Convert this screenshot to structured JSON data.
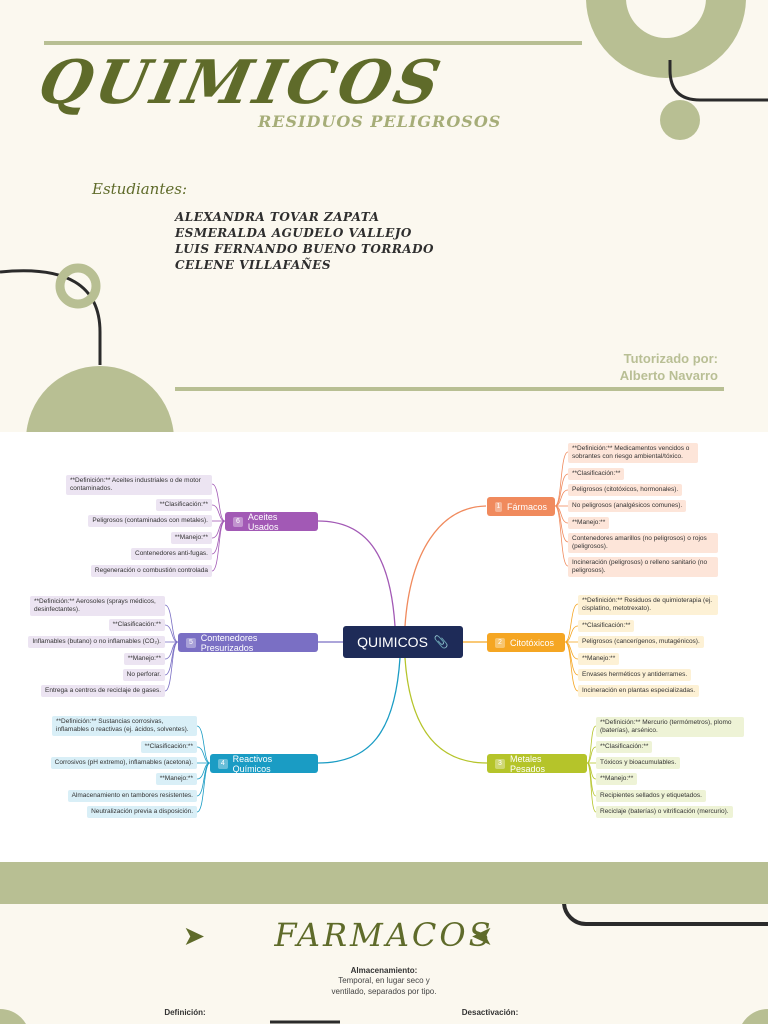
{
  "cover": {
    "title": "QUIMICOS",
    "subtitle": "RESIDUOS PELIGROSOS",
    "students_label": "Estudiantes:",
    "students": [
      "ALEXANDRA TOVAR ZAPATA",
      "ESMERALDA AGUDELO VALLEJO",
      "LUIS FERNANDO BUENO TORRADO",
      "CELENE VILLAFAÑES"
    ],
    "tutor_label": "Tutorizado por:",
    "tutor_name": "Alberto Navarro"
  },
  "mindmap": {
    "central": "QUIMICOS",
    "branches": {
      "farmacos": {
        "num": "1",
        "label": "Fármacos",
        "color": "#f08a5d",
        "leaves": [
          "**Definición:** Medicamentos vencidos o sobrantes con riesgo ambiental/tóxico.",
          "**Clasificación:**",
          "Peligrosos (citotóxicos, hormonales).",
          "No peligrosos (analgésicos comunes).",
          "**Manejo:**",
          "Contenedores amarillos (no peligrosos) o rojos (peligrosos).",
          "Incineración (peligrosos) o relleno sanitario (no peligrosos)."
        ]
      },
      "citotoxicos": {
        "num": "2",
        "label": "Citotóxicos",
        "color": "#f5a623",
        "leaves": [
          "**Definición:** Residuos de quimioterapia (ej. cisplatino, metotrexato).",
          "**Clasificación:**",
          "Peligrosos (cancerígenos, mutagénicos).",
          "**Manejo:**",
          "Envases herméticos y antiderrames.",
          "Incineración en plantas especializadas."
        ]
      },
      "metales": {
        "num": "3",
        "label": "Metales Pesados",
        "color": "#b5c42a",
        "leaves": [
          "**Definición:** Mercurio (termómetros), plomo (baterías), arsénico.",
          "**Clasificación:**",
          "Tóxicos y bioacumulables.",
          "**Manejo:**",
          "Recipientes sellados y etiquetados.",
          "Reciclaje (baterías) o vitrificación (mercurio)."
        ]
      },
      "reactivos": {
        "num": "4",
        "label": "Reactivos Químicos",
        "color": "#1a9cc4",
        "leaves": [
          "**Definición:** Sustancias corrosivas, inflamables o reactivas (ej. ácidos, solventes).",
          "**Clasificación:**",
          "Corrosivos (pH extremo), inflamables (acetona).",
          "**Manejo:**",
          "Almacenamiento en tambores resistentes.",
          "Neutralización previa a disposición."
        ]
      },
      "contenedores": {
        "num": "5",
        "label": "Contenedores Presurizados",
        "color": "#7a6fc4",
        "leaves": [
          "**Definición:** Aerosoles (sprays médicos, desinfectantes).",
          "**Clasificación:**",
          "Inflamables (butano) o no inflamables (CO₂).",
          "**Manejo:**",
          "No perforar.",
          "Entrega a centros de reciclaje de gases."
        ]
      },
      "aceites": {
        "num": "6",
        "label": "Aceites Usados",
        "color": "#a259b5",
        "leaves": [
          "**Definición:** Aceites industriales o de motor contaminados.",
          "**Clasificación:**",
          "Peligrosos (contaminados con metales).",
          "**Manejo:**",
          "Contenedores anti-fugas.",
          "Regeneración o combustión controlada"
        ]
      }
    }
  },
  "farmacos": {
    "title": "FARMACOS",
    "almacenamiento_h": "Almacenamiento:",
    "almacenamiento_t1": "Temporal, en lugar seco y",
    "almacenamiento_t2": "ventilado, separados por tipo.",
    "definicion_h": "Definición:",
    "desactivacion_h": "Desactivación:"
  }
}
